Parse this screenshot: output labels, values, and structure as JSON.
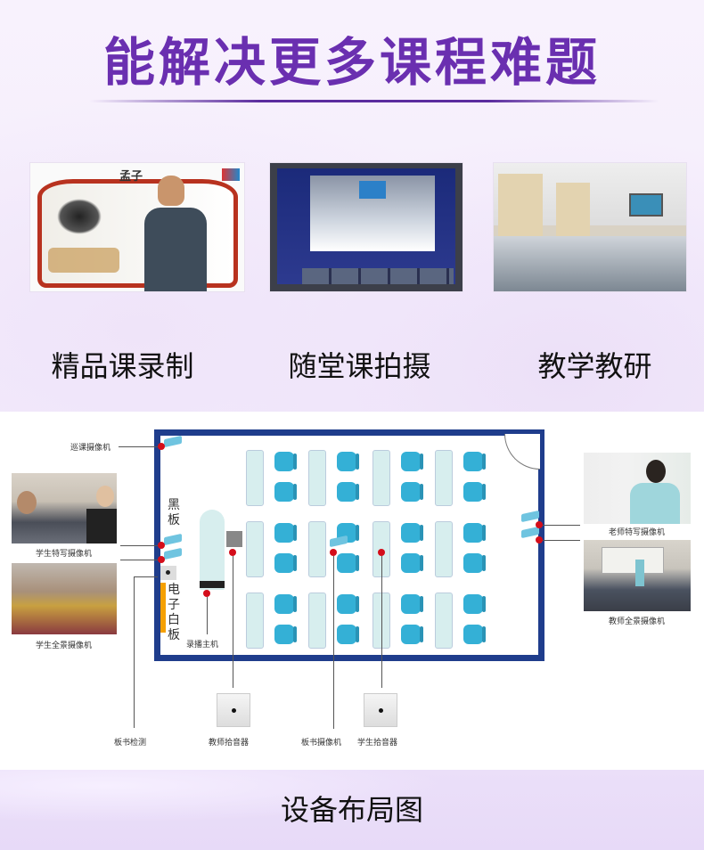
{
  "header": {
    "title": "能解决更多课程难题"
  },
  "features": [
    {
      "label": "精品课录制",
      "image": "teacher-presenting-mencius-slide"
    },
    {
      "label": "随堂课拍摄",
      "image": "recording-system-monitor"
    },
    {
      "label": "教学教研",
      "image": "teaching-research-meeting-room"
    }
  ],
  "slide_text": {
    "heading": "孟子"
  },
  "layout_diagram": {
    "board_labels": {
      "blackboard": "黑板",
      "whiteboard": "电子白板"
    },
    "labels": {
      "patrol_camera": "巡课摄像机",
      "student_closeup_camera": "学生特写摄像机",
      "student_panorama_camera": "学生全景摄像机",
      "teacher_closeup_camera": "老师特写摄像机",
      "teacher_panorama_camera": "教师全景摄像机",
      "recording_host": "录播主机",
      "board_detection": "板书检测",
      "teacher_mic": "教师拾音器",
      "board_camera": "板书摄像机",
      "student_mic": "学生拾音器"
    },
    "colors": {
      "wall": "#1f3d8c",
      "chair": "#34b0d6",
      "desk": "#d7eeee",
      "marker": "#d40d1a",
      "whiteboard": "#f5a000"
    }
  },
  "footer": {
    "title": "设备布局图"
  },
  "colors": {
    "title": "#6a2fb0",
    "background": "#f6f0fc"
  }
}
